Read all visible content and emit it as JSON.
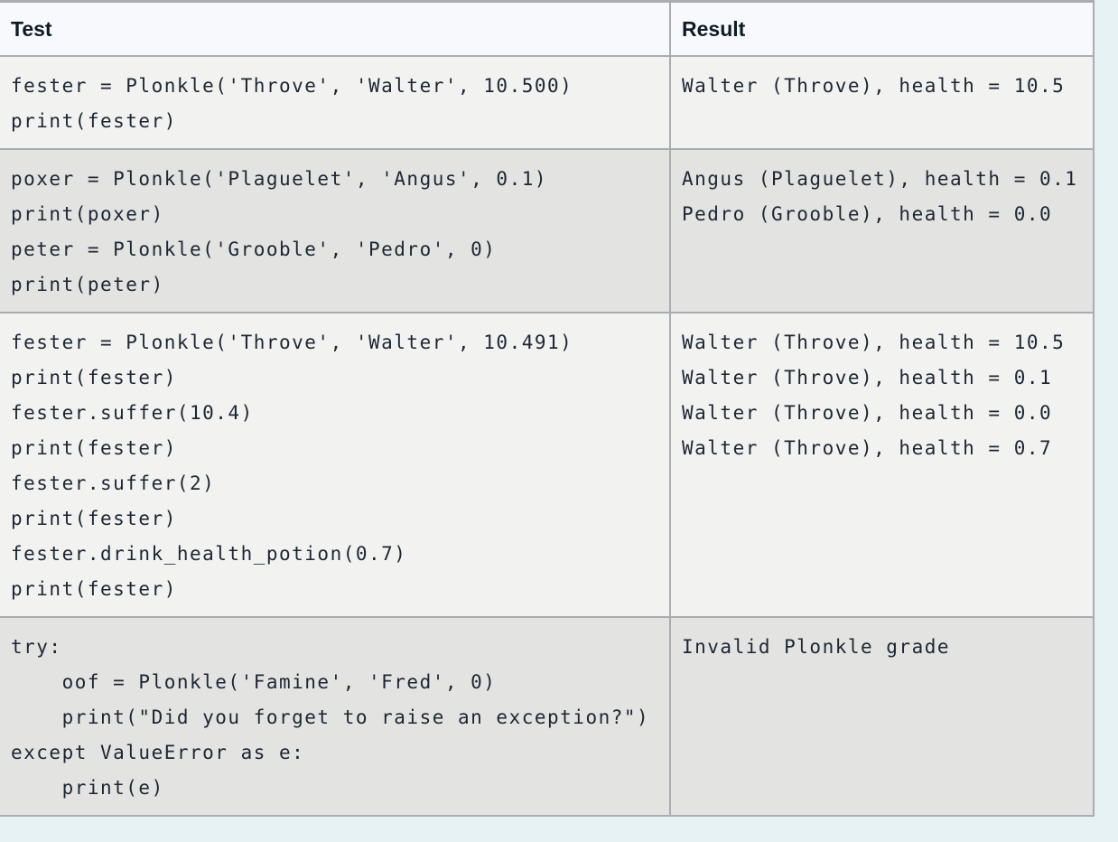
{
  "colors": {
    "page_background": "#e7f2f5",
    "table_border": "#a9adb2",
    "header_background": "#f8f9fc",
    "header_text": "#0d1b26",
    "row_light": "#f2f2f1",
    "row_dark": "#e3e3e2",
    "code_text": "#1c2733"
  },
  "table": {
    "headers": [
      {
        "label": "Test"
      },
      {
        "label": "Result"
      }
    ],
    "rows": [
      {
        "test": [
          "fester = Plonkle('Throve', 'Walter', 10.500)",
          "print(fester)"
        ],
        "result": [
          "Walter (Throve), health = 10.5"
        ]
      },
      {
        "test": [
          "poxer = Plonkle('Plaguelet', 'Angus', 0.1)",
          "print(poxer)",
          "peter = Plonkle('Grooble', 'Pedro', 0)",
          "print(peter)"
        ],
        "result": [
          "Angus (Plaguelet), health = 0.1",
          "Pedro (Grooble), health = 0.0"
        ]
      },
      {
        "test": [
          "fester = Plonkle('Throve', 'Walter', 10.491)",
          "print(fester)",
          "fester.suffer(10.4)",
          "print(fester)",
          "fester.suffer(2)",
          "print(fester)",
          "fester.drink_health_potion(0.7)",
          "print(fester)"
        ],
        "result": [
          "Walter (Throve), health = 10.5",
          "Walter (Throve), health = 0.1",
          "Walter (Throve), health = 0.0",
          "Walter (Throve), health = 0.7"
        ]
      },
      {
        "test": [
          "try:",
          "    oof = Plonkle('Famine', 'Fred', 0)",
          "    print(\"Did you forget to raise an exception?\")",
          "except ValueError as e:",
          "    print(e)"
        ],
        "result": [
          "Invalid Plonkle grade"
        ]
      }
    ]
  }
}
